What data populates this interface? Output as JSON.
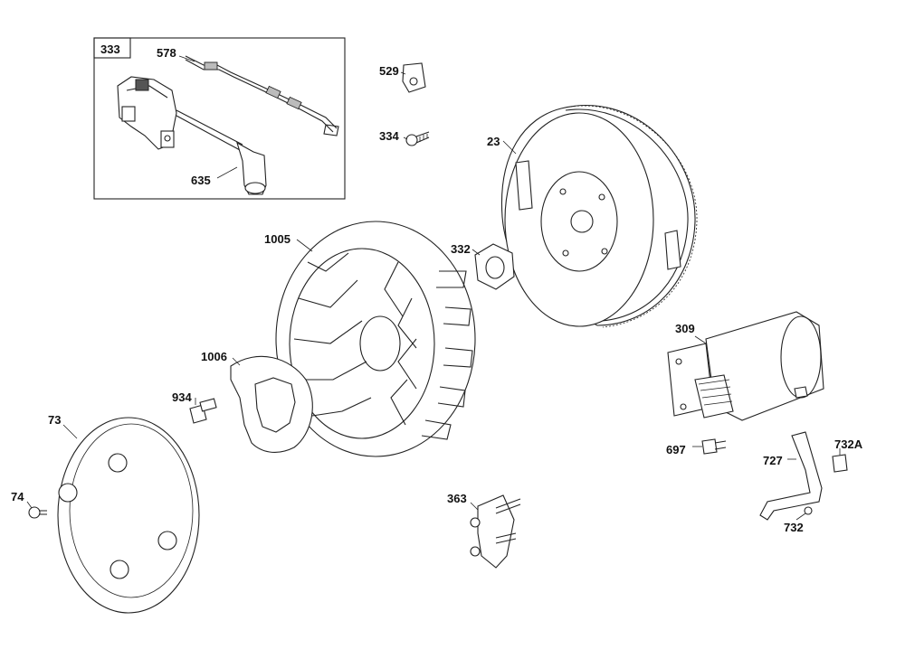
{
  "labels": {
    "p333": "333",
    "p578": "578",
    "p635": "635",
    "p529": "529",
    "p334": "334",
    "p23": "23",
    "p1005": "1005",
    "p332": "332",
    "p309": "309",
    "p1006": "1006",
    "p934": "934",
    "p73": "73",
    "p74": "74",
    "p697": "697",
    "p727": "727",
    "p732A": "732A",
    "p732": "732",
    "p363": "363"
  }
}
